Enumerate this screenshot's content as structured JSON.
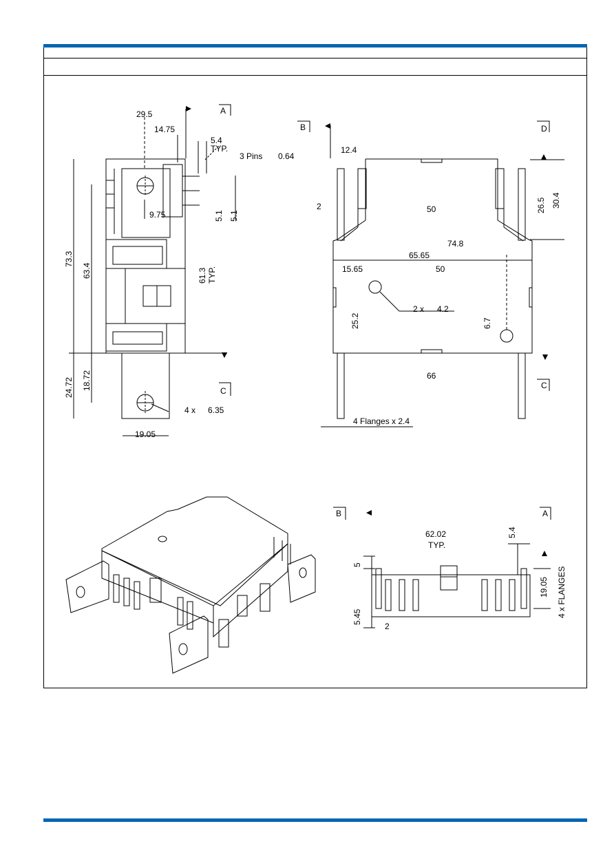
{
  "colors": {
    "accent": "#0066b3",
    "line": "#000000",
    "fill": "#ffffff"
  },
  "side_view": {
    "ref_a": "A",
    "ref_c": "C",
    "dims": {
      "d_29_5": "29.5",
      "d_14_75": "14.75",
      "d_5_4": "5.4",
      "typ": "TYP.",
      "pins": "3 Pins",
      "pin_size": "0.64",
      "d_9_75": "9.75",
      "d_5_1a": "5.1",
      "d_5_1b": "5.1",
      "d_73_3": "73.3",
      "d_63_4": "63.4",
      "d_61_3": "61.3",
      "typ2": "TYP.",
      "d_24_72": "24.72",
      "d_18_72": "18.72",
      "holes": "4 x",
      "hole_dia": "6.35",
      "d_19_05": "19.05"
    }
  },
  "top_view": {
    "ref_b": "B",
    "ref_d": "D",
    "ref_c": "C",
    "dims": {
      "d_12_4": "12.4",
      "d_2": "2",
      "d_50a": "50",
      "d_26_5": "26.5",
      "d_30_4": "30.4",
      "d_74_8": "74.8",
      "d_65_65": "65.65",
      "d_15_65": "15.65",
      "d_50b": "50",
      "holes2": "2 x",
      "hole2_dia": "4.2",
      "d_25_2": "25.2",
      "d_6_7": "6.7",
      "d_66": "66",
      "flanges": "4 Flanges x 2.4"
    }
  },
  "end_view": {
    "ref_b": "B",
    "ref_a": "A",
    "dims": {
      "d_62_02": "62.02",
      "typ": "TYP.",
      "d_5_4": "5.4",
      "d_5": "5",
      "d_5_45": "5.45",
      "d_2": "2",
      "d_19_05": "19.05",
      "flanges": "4 x FLANGES"
    }
  }
}
